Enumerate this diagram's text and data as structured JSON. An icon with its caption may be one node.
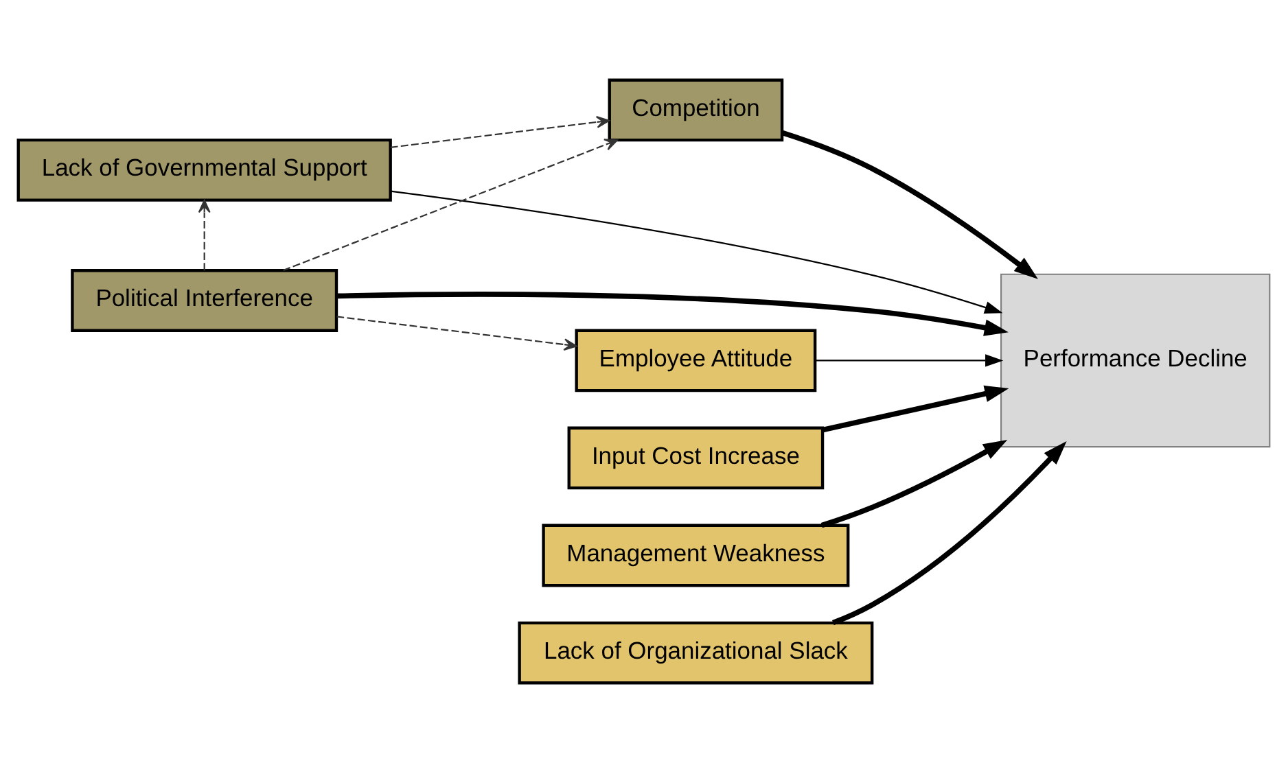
{
  "diagram": {
    "nodes": [
      {
        "text": [
          "Lack of Governmental Support"
        ]
      },
      {
        "text": [
          "Competition"
        ]
      },
      {
        "text": [
          "Political Interference"
        ]
      },
      {
        "text": [
          "Performance Decline"
        ]
      },
      {
        "text": [
          "Input Cost Increase"
        ]
      },
      {
        "text": [
          "Employee Attitude"
        ]
      },
      {
        "text": [
          "Management Weakness"
        ]
      },
      {
        "text": [
          "Lack of Organizational Slack"
        ]
      }
    ],
    "edges": [
      {
        "from": 0,
        "to": 1,
        "arrow": "to",
        "style": "dashed"
      },
      {
        "from": 0,
        "to": 3,
        "arrow": "to"
      },
      {
        "from": 1,
        "to": 3,
        "arrow": "to",
        "style": "thick"
      },
      {
        "from": 2,
        "to": 0,
        "arrow": "to",
        "style": "dashed"
      },
      {
        "from": 2,
        "to": 1,
        "arrow": "to",
        "style": "dashed"
      },
      {
        "from": 2,
        "to": 5,
        "arrow": "to",
        "style": "dashed"
      },
      {
        "from": 2,
        "to": 3,
        "arrow": "to",
        "style": "thick"
      },
      {
        "from": 4,
        "to": 3,
        "arrow": "to",
        "style": "thick"
      },
      {
        "from": 5,
        "to": 3,
        "arrow": "to"
      },
      {
        "from": 6,
        "to": 3,
        "arrow": "to",
        "style": "thick"
      },
      {
        "from": 7,
        "to": 3,
        "arrow": "to",
        "style": "thick"
      }
    ]
  }
}
